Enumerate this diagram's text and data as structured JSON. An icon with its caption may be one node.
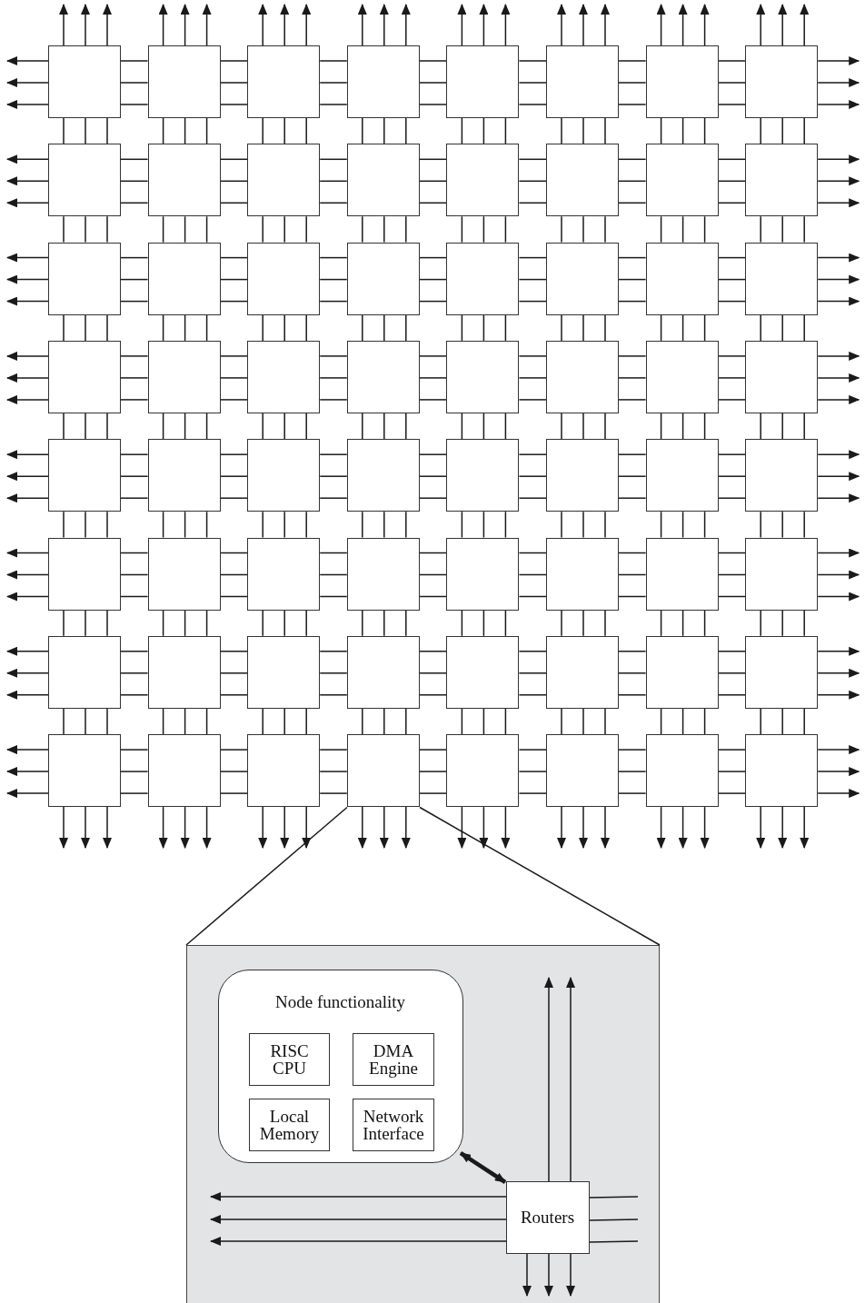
{
  "diagram": {
    "nodes": [
      {
        "text": [],
        "shape": "box"
      },
      {
        "text": [],
        "shape": "box"
      },
      {
        "text": [],
        "shape": "box"
      },
      {
        "text": [],
        "shape": "box"
      },
      {
        "text": [],
        "shape": "box"
      },
      {
        "text": [],
        "shape": "box"
      },
      {
        "text": [],
        "shape": "box"
      },
      {
        "text": [],
        "shape": "box"
      },
      {
        "text": [],
        "shape": "box"
      },
      {
        "text": [],
        "shape": "box"
      },
      {
        "text": [],
        "shape": "box"
      },
      {
        "text": [],
        "shape": "box"
      },
      {
        "text": [],
        "shape": "box"
      },
      {
        "text": [],
        "shape": "box"
      },
      {
        "text": [],
        "shape": "box"
      },
      {
        "text": [],
        "shape": "box"
      },
      {
        "text": [],
        "shape": "box"
      },
      {
        "text": [],
        "shape": "box"
      },
      {
        "text": [],
        "shape": "box"
      },
      {
        "text": [],
        "shape": "box"
      },
      {
        "text": [],
        "shape": "box"
      },
      {
        "text": [],
        "shape": "box"
      },
      {
        "text": [],
        "shape": "box"
      },
      {
        "text": [],
        "shape": "box"
      },
      {
        "text": [],
        "shape": "box"
      },
      {
        "text": [],
        "shape": "box"
      },
      {
        "text": [],
        "shape": "box"
      },
      {
        "text": [],
        "shape": "box"
      },
      {
        "text": [],
        "shape": "box"
      },
      {
        "text": [],
        "shape": "box"
      },
      {
        "text": [],
        "shape": "box"
      },
      {
        "text": [],
        "shape": "box"
      },
      {
        "text": [],
        "shape": "box"
      },
      {
        "text": [],
        "shape": "box"
      },
      {
        "text": [],
        "shape": "box"
      },
      {
        "text": [],
        "shape": "box"
      },
      {
        "text": [],
        "shape": "box"
      },
      {
        "text": [],
        "shape": "box"
      },
      {
        "text": [],
        "shape": "box"
      },
      {
        "text": [],
        "shape": "box"
      },
      {
        "text": [],
        "shape": "box"
      },
      {
        "text": [],
        "shape": "box"
      },
      {
        "text": [],
        "shape": "box"
      },
      {
        "text": [],
        "shape": "box"
      },
      {
        "text": [],
        "shape": "box"
      },
      {
        "text": [],
        "shape": "box"
      },
      {
        "text": [],
        "shape": "box"
      },
      {
        "text": [],
        "shape": "box"
      },
      {
        "text": [],
        "shape": "box"
      },
      {
        "text": [],
        "shape": "box"
      },
      {
        "text": [],
        "shape": "box"
      },
      {
        "text": [],
        "shape": "box"
      },
      {
        "text": [],
        "shape": "box"
      },
      {
        "text": [],
        "shape": "box"
      },
      {
        "text": [],
        "shape": "box"
      },
      {
        "text": [],
        "shape": "box"
      },
      {
        "text": [],
        "shape": "box"
      },
      {
        "text": [],
        "shape": "box"
      },
      {
        "text": [],
        "shape": "box"
      },
      {
        "text": [],
        "shape": "box"
      },
      {
        "text": [],
        "shape": "box"
      },
      {
        "text": [],
        "shape": "box"
      },
      {
        "text": [],
        "shape": "box"
      },
      {
        "text": [],
        "shape": "box"
      },
      {
        "text": [],
        "shape": "box"
      },
      {
        "text": [
          "Node functionality"
        ],
        "in": 64
      },
      {
        "text": [
          "RISC CPU"
        ],
        "in": 65
      },
      {
        "text": [
          "DMA Engine"
        ],
        "in": 65
      },
      {
        "text": [
          "Local Memory"
        ],
        "in": 65
      },
      {
        "text": [
          "Network Interface"
        ],
        "in": 65
      },
      {
        "text": [
          "Routers"
        ],
        "in": 64
      }
    ],
    "edges": [
      {
        "from": 0,
        "to": 1,
        "arrow": "none"
      },
      {
        "from": 0,
        "to": 1,
        "arrow": "none"
      },
      {
        "from": 0,
        "to": 1,
        "arrow": "none"
      },
      {
        "from": 1,
        "to": 2,
        "arrow": "none"
      },
      {
        "from": 1,
        "to": 2,
        "arrow": "none"
      },
      {
        "from": 1,
        "to": 2,
        "arrow": "none"
      },
      {
        "from": 2,
        "to": 3,
        "arrow": "none"
      },
      {
        "from": 2,
        "to": 3,
        "arrow": "none"
      },
      {
        "from": 2,
        "to": 3,
        "arrow": "none"
      },
      {
        "from": 3,
        "to": 4,
        "arrow": "none"
      },
      {
        "from": 3,
        "to": 4,
        "arrow": "none"
      },
      {
        "from": 3,
        "to": 4,
        "arrow": "none"
      },
      {
        "from": 4,
        "to": 5,
        "arrow": "none"
      },
      {
        "from": 4,
        "to": 5,
        "arrow": "none"
      },
      {
        "from": 4,
        "to": 5,
        "arrow": "none"
      },
      {
        "from": 5,
        "to": 6,
        "arrow": "none"
      },
      {
        "from": 5,
        "to": 6,
        "arrow": "none"
      },
      {
        "from": 5,
        "to": 6,
        "arrow": "none"
      },
      {
        "from": 6,
        "to": 7,
        "arrow": "none"
      },
      {
        "from": 6,
        "to": 7,
        "arrow": "none"
      },
      {
        "from": 6,
        "to": 7,
        "arrow": "none"
      },
      {
        "from": 8,
        "to": 9,
        "arrow": "none"
      },
      {
        "from": 8,
        "to": 9,
        "arrow": "none"
      },
      {
        "from": 8,
        "to": 9,
        "arrow": "none"
      },
      {
        "from": 9,
        "to": 10,
        "arrow": "none"
      },
      {
        "from": 9,
        "to": 10,
        "arrow": "none"
      },
      {
        "from": 9,
        "to": 10,
        "arrow": "none"
      },
      {
        "from": 10,
        "to": 11,
        "arrow": "none"
      },
      {
        "from": 10,
        "to": 11,
        "arrow": "none"
      },
      {
        "from": 10,
        "to": 11,
        "arrow": "none"
      },
      {
        "from": 11,
        "to": 12,
        "arrow": "none"
      },
      {
        "from": 11,
        "to": 12,
        "arrow": "none"
      },
      {
        "from": 11,
        "to": 12,
        "arrow": "none"
      },
      {
        "from": 12,
        "to": 13,
        "arrow": "none"
      },
      {
        "from": 12,
        "to": 13,
        "arrow": "none"
      },
      {
        "from": 12,
        "to": 13,
        "arrow": "none"
      },
      {
        "from": 13,
        "to": 14,
        "arrow": "none"
      },
      {
        "from": 13,
        "to": 14,
        "arrow": "none"
      },
      {
        "from": 13,
        "to": 14,
        "arrow": "none"
      },
      {
        "from": 14,
        "to": 15,
        "arrow": "none"
      },
      {
        "from": 14,
        "to": 15,
        "arrow": "none"
      },
      {
        "from": 14,
        "to": 15,
        "arrow": "none"
      },
      {
        "from": 16,
        "to": 17,
        "arrow": "none"
      },
      {
        "from": 16,
        "to": 17,
        "arrow": "none"
      },
      {
        "from": 16,
        "to": 17,
        "arrow": "none"
      },
      {
        "from": 17,
        "to": 18,
        "arrow": "none"
      },
      {
        "from": 17,
        "to": 18,
        "arrow": "none"
      },
      {
        "from": 17,
        "to": 18,
        "arrow": "none"
      },
      {
        "from": 18,
        "to": 19,
        "arrow": "none"
      },
      {
        "from": 18,
        "to": 19,
        "arrow": "none"
      },
      {
        "from": 18,
        "to": 19,
        "arrow": "none"
      },
      {
        "from": 19,
        "to": 20,
        "arrow": "none"
      },
      {
        "from": 19,
        "to": 20,
        "arrow": "none"
      },
      {
        "from": 19,
        "to": 20,
        "arrow": "none"
      },
      {
        "from": 20,
        "to": 21,
        "arrow": "none"
      },
      {
        "from": 20,
        "to": 21,
        "arrow": "none"
      },
      {
        "from": 20,
        "to": 21,
        "arrow": "none"
      },
      {
        "from": 21,
        "to": 22,
        "arrow": "none"
      },
      {
        "from": 21,
        "to": 22,
        "arrow": "none"
      },
      {
        "from": 21,
        "to": 22,
        "arrow": "none"
      },
      {
        "from": 22,
        "to": 23,
        "arrow": "none"
      },
      {
        "from": 22,
        "to": 23,
        "arrow": "none"
      },
      {
        "from": 22,
        "to": 23,
        "arrow": "none"
      },
      {
        "from": 24,
        "to": 25,
        "arrow": "none"
      },
      {
        "from": 24,
        "to": 25,
        "arrow": "none"
      },
      {
        "from": 24,
        "to": 25,
        "arrow": "none"
      },
      {
        "from": 25,
        "to": 26,
        "arrow": "none"
      },
      {
        "from": 25,
        "to": 26,
        "arrow": "none"
      },
      {
        "from": 25,
        "to": 26,
        "arrow": "none"
      },
      {
        "from": 26,
        "to": 27,
        "arrow": "none"
      },
      {
        "from": 26,
        "to": 27,
        "arrow": "none"
      },
      {
        "from": 26,
        "to": 27,
        "arrow": "none"
      },
      {
        "from": 27,
        "to": 28,
        "arrow": "none"
      },
      {
        "from": 27,
        "to": 28,
        "arrow": "none"
      },
      {
        "from": 27,
        "to": 28,
        "arrow": "none"
      },
      {
        "from": 28,
        "to": 29,
        "arrow": "none"
      },
      {
        "from": 28,
        "to": 29,
        "arrow": "none"
      },
      {
        "from": 28,
        "to": 29,
        "arrow": "none"
      },
      {
        "from": 29,
        "to": 30,
        "arrow": "none"
      },
      {
        "from": 29,
        "to": 30,
        "arrow": "none"
      },
      {
        "from": 29,
        "to": 30,
        "arrow": "none"
      },
      {
        "from": 30,
        "to": 31,
        "arrow": "none"
      },
      {
        "from": 30,
        "to": 31,
        "arrow": "none"
      },
      {
        "from": 30,
        "to": 31,
        "arrow": "none"
      },
      {
        "from": 32,
        "to": 33,
        "arrow": "none"
      },
      {
        "from": 32,
        "to": 33,
        "arrow": "none"
      },
      {
        "from": 32,
        "to": 33,
        "arrow": "none"
      },
      {
        "from": 33,
        "to": 34,
        "arrow": "none"
      },
      {
        "from": 33,
        "to": 34,
        "arrow": "none"
      },
      {
        "from": 33,
        "to": 34,
        "arrow": "none"
      },
      {
        "from": 34,
        "to": 35,
        "arrow": "none"
      },
      {
        "from": 34,
        "to": 35,
        "arrow": "none"
      },
      {
        "from": 34,
        "to": 35,
        "arrow": "none"
      },
      {
        "from": 35,
        "to": 36,
        "arrow": "none"
      },
      {
        "from": 35,
        "to": 36,
        "arrow": "none"
      },
      {
        "from": 35,
        "to": 36,
        "arrow": "none"
      },
      {
        "from": 36,
        "to": 37,
        "arrow": "none"
      },
      {
        "from": 36,
        "to": 37,
        "arrow": "none"
      },
      {
        "from": 36,
        "to": 37,
        "arrow": "none"
      },
      {
        "from": 37,
        "to": 38,
        "arrow": "none"
      },
      {
        "from": 37,
        "to": 38,
        "arrow": "none"
      },
      {
        "from": 37,
        "to": 38,
        "arrow": "none"
      },
      {
        "from": 38,
        "to": 39,
        "arrow": "none"
      },
      {
        "from": 38,
        "to": 39,
        "arrow": "none"
      },
      {
        "from": 38,
        "to": 39,
        "arrow": "none"
      },
      {
        "from": 40,
        "to": 41,
        "arrow": "none"
      },
      {
        "from": 40,
        "to": 41,
        "arrow": "none"
      },
      {
        "from": 40,
        "to": 41,
        "arrow": "none"
      },
      {
        "from": 41,
        "to": 42,
        "arrow": "none"
      },
      {
        "from": 41,
        "to": 42,
        "arrow": "none"
      },
      {
        "from": 41,
        "to": 42,
        "arrow": "none"
      },
      {
        "from": 42,
        "to": 43,
        "arrow": "none"
      },
      {
        "from": 42,
        "to": 43,
        "arrow": "none"
      },
      {
        "from": 42,
        "to": 43,
        "arrow": "none"
      },
      {
        "from": 43,
        "to": 44,
        "arrow": "none"
      },
      {
        "from": 43,
        "to": 44,
        "arrow": "none"
      },
      {
        "from": 43,
        "to": 44,
        "arrow": "none"
      },
      {
        "from": 44,
        "to": 45,
        "arrow": "none"
      },
      {
        "from": 44,
        "to": 45,
        "arrow": "none"
      },
      {
        "from": 44,
        "to": 45,
        "arrow": "none"
      },
      {
        "from": 45,
        "to": 46,
        "arrow": "none"
      },
      {
        "from": 45,
        "to": 46,
        "arrow": "none"
      },
      {
        "from": 45,
        "to": 46,
        "arrow": "none"
      },
      {
        "from": 46,
        "to": 47,
        "arrow": "none"
      },
      {
        "from": 46,
        "to": 47,
        "arrow": "none"
      },
      {
        "from": 46,
        "to": 47,
        "arrow": "none"
      },
      {
        "from": 48,
        "to": 49,
        "arrow": "none"
      },
      {
        "from": 48,
        "to": 49,
        "arrow": "none"
      },
      {
        "from": 48,
        "to": 49,
        "arrow": "none"
      },
      {
        "from": 49,
        "to": 50,
        "arrow": "none"
      },
      {
        "from": 49,
        "to": 50,
        "arrow": "none"
      },
      {
        "from": 49,
        "to": 50,
        "arrow": "none"
      },
      {
        "from": 50,
        "to": 51,
        "arrow": "none"
      },
      {
        "from": 50,
        "to": 51,
        "arrow": "none"
      },
      {
        "from": 50,
        "to": 51,
        "arrow": "none"
      },
      {
        "from": 51,
        "to": 52,
        "arrow": "none"
      },
      {
        "from": 51,
        "to": 52,
        "arrow": "none"
      },
      {
        "from": 51,
        "to": 52,
        "arrow": "none"
      },
      {
        "from": 52,
        "to": 53,
        "arrow": "none"
      },
      {
        "from": 52,
        "to": 53,
        "arrow": "none"
      },
      {
        "from": 52,
        "to": 53,
        "arrow": "none"
      },
      {
        "from": 53,
        "to": 54,
        "arrow": "none"
      },
      {
        "from": 53,
        "to": 54,
        "arrow": "none"
      },
      {
        "from": 53,
        "to": 54,
        "arrow": "none"
      },
      {
        "from": 54,
        "to": 55,
        "arrow": "none"
      },
      {
        "from": 54,
        "to": 55,
        "arrow": "none"
      },
      {
        "from": 54,
        "to": 55,
        "arrow": "none"
      },
      {
        "from": 56,
        "to": 57,
        "arrow": "none"
      },
      {
        "from": 56,
        "to": 57,
        "arrow": "none"
      },
      {
        "from": 56,
        "to": 57,
        "arrow": "none"
      },
      {
        "from": 57,
        "to": 58,
        "arrow": "none"
      },
      {
        "from": 57,
        "to": 58,
        "arrow": "none"
      },
      {
        "from": 57,
        "to": 58,
        "arrow": "none"
      },
      {
        "from": 58,
        "to": 59,
        "arrow": "none"
      },
      {
        "from": 58,
        "to": 59,
        "arrow": "none"
      },
      {
        "from": 58,
        "to": 59,
        "arrow": "none"
      },
      {
        "from": 59,
        "to": 60,
        "arrow": "none"
      },
      {
        "from": 59,
        "to": 60,
        "arrow": "none"
      },
      {
        "from": 59,
        "to": 60,
        "arrow": "none"
      },
      {
        "from": 60,
        "to": 61,
        "arrow": "none"
      },
      {
        "from": 60,
        "to": 61,
        "arrow": "none"
      },
      {
        "from": 60,
        "to": 61,
        "arrow": "none"
      },
      {
        "from": 61,
        "to": 62,
        "arrow": "none"
      },
      {
        "from": 61,
        "to": 62,
        "arrow": "none"
      },
      {
        "from": 61,
        "to": 62,
        "arrow": "none"
      },
      {
        "from": 62,
        "to": 63,
        "arrow": "none"
      },
      {
        "from": 62,
        "to": 63,
        "arrow": "none"
      },
      {
        "from": 62,
        "to": 63,
        "arrow": "none"
      },
      {
        "from": 0,
        "to": 8,
        "arrow": "none"
      },
      {
        "from": 0,
        "to": 8,
        "arrow": "none"
      },
      {
        "from": 0,
        "to": 8,
        "arrow": "none"
      },
      {
        "from": 1,
        "to": 9,
        "arrow": "none"
      },
      {
        "from": 1,
        "to": 9,
        "arrow": "none"
      },
      {
        "from": 1,
        "to": 9,
        "arrow": "none"
      },
      {
        "from": 2,
        "to": 10,
        "arrow": "none"
      },
      {
        "from": 2,
        "to": 10,
        "arrow": "none"
      },
      {
        "from": 2,
        "to": 10,
        "arrow": "none"
      },
      {
        "from": 3,
        "to": 11,
        "arrow": "none"
      },
      {
        "from": 3,
        "to": 11,
        "arrow": "none"
      },
      {
        "from": 3,
        "to": 11,
        "arrow": "none"
      },
      {
        "from": 4,
        "to": 12,
        "arrow": "none"
      },
      {
        "from": 4,
        "to": 12,
        "arrow": "none"
      },
      {
        "from": 4,
        "to": 12,
        "arrow": "none"
      },
      {
        "from": 5,
        "to": 13,
        "arrow": "none"
      },
      {
        "from": 5,
        "to": 13,
        "arrow": "none"
      },
      {
        "from": 5,
        "to": 13,
        "arrow": "none"
      },
      {
        "from": 6,
        "to": 14,
        "arrow": "none"
      },
      {
        "from": 6,
        "to": 14,
        "arrow": "none"
      },
      {
        "from": 6,
        "to": 14,
        "arrow": "none"
      },
      {
        "from": 7,
        "to": 15,
        "arrow": "none"
      },
      {
        "from": 7,
        "to": 15,
        "arrow": "none"
      },
      {
        "from": 7,
        "to": 15,
        "arrow": "none"
      },
      {
        "from": 8,
        "to": 16,
        "arrow": "none"
      },
      {
        "from": 8,
        "to": 16,
        "arrow": "none"
      },
      {
        "from": 8,
        "to": 16,
        "arrow": "none"
      },
      {
        "from": 9,
        "to": 17,
        "arrow": "none"
      },
      {
        "from": 9,
        "to": 17,
        "arrow": "none"
      },
      {
        "from": 9,
        "to": 17,
        "arrow": "none"
      },
      {
        "from": 10,
        "to": 18,
        "arrow": "none"
      },
      {
        "from": 10,
        "to": 18,
        "arrow": "none"
      },
      {
        "from": 10,
        "to": 18,
        "arrow": "none"
      },
      {
        "from": 11,
        "to": 19,
        "arrow": "none"
      },
      {
        "from": 11,
        "to": 19,
        "arrow": "none"
      },
      {
        "from": 11,
        "to": 19,
        "arrow": "none"
      },
      {
        "from": 12,
        "to": 20,
        "arrow": "none"
      },
      {
        "from": 12,
        "to": 20,
        "arrow": "none"
      },
      {
        "from": 12,
        "to": 20,
        "arrow": "none"
      },
      {
        "from": 13,
        "to": 21,
        "arrow": "none"
      },
      {
        "from": 13,
        "to": 21,
        "arrow": "none"
      },
      {
        "from": 13,
        "to": 21,
        "arrow": "none"
      },
      {
        "from": 14,
        "to": 22,
        "arrow": "none"
      },
      {
        "from": 14,
        "to": 22,
        "arrow": "none"
      },
      {
        "from": 14,
        "to": 22,
        "arrow": "none"
      },
      {
        "from": 15,
        "to": 23,
        "arrow": "none"
      },
      {
        "from": 15,
        "to": 23,
        "arrow": "none"
      },
      {
        "from": 15,
        "to": 23,
        "arrow": "none"
      },
      {
        "from": 16,
        "to": 24,
        "arrow": "none"
      },
      {
        "from": 16,
        "to": 24,
        "arrow": "none"
      },
      {
        "from": 16,
        "to": 24,
        "arrow": "none"
      },
      {
        "from": 17,
        "to": 25,
        "arrow": "none"
      },
      {
        "from": 17,
        "to": 25,
        "arrow": "none"
      },
      {
        "from": 17,
        "to": 25,
        "arrow": "none"
      },
      {
        "from": 18,
        "to": 26,
        "arrow": "none"
      },
      {
        "from": 18,
        "to": 26,
        "arrow": "none"
      },
      {
        "from": 18,
        "to": 26,
        "arrow": "none"
      },
      {
        "from": 19,
        "to": 27,
        "arrow": "none"
      },
      {
        "from": 19,
        "to": 27,
        "arrow": "none"
      },
      {
        "from": 19,
        "to": 27,
        "arrow": "none"
      },
      {
        "from": 20,
        "to": 28,
        "arrow": "none"
      },
      {
        "from": 20,
        "to": 28,
        "arrow": "none"
      },
      {
        "from": 20,
        "to": 28,
        "arrow": "none"
      },
      {
        "from": 21,
        "to": 29,
        "arrow": "none"
      },
      {
        "from": 21,
        "to": 29,
        "arrow": "none"
      },
      {
        "from": 21,
        "to": 29,
        "arrow": "none"
      },
      {
        "from": 22,
        "to": 30,
        "arrow": "none"
      },
      {
        "from": 22,
        "to": 30,
        "arrow": "none"
      },
      {
        "from": 22,
        "to": 30,
        "arrow": "none"
      },
      {
        "from": 23,
        "to": 31,
        "arrow": "none"
      },
      {
        "from": 23,
        "to": 31,
        "arrow": "none"
      },
      {
        "from": 23,
        "to": 31,
        "arrow": "none"
      },
      {
        "from": 24,
        "to": 32,
        "arrow": "none"
      },
      {
        "from": 24,
        "to": 32,
        "arrow": "none"
      },
      {
        "from": 24,
        "to": 32,
        "arrow": "none"
      },
      {
        "from": 25,
        "to": 33,
        "arrow": "none"
      },
      {
        "from": 25,
        "to": 33,
        "arrow": "none"
      },
      {
        "from": 25,
        "to": 33,
        "arrow": "none"
      },
      {
        "from": 26,
        "to": 34,
        "arrow": "none"
      },
      {
        "from": 26,
        "to": 34,
        "arrow": "none"
      },
      {
        "from": 26,
        "to": 34,
        "arrow": "none"
      },
      {
        "from": 27,
        "to": 35,
        "arrow": "none"
      },
      {
        "from": 27,
        "to": 35,
        "arrow": "none"
      },
      {
        "from": 27,
        "to": 35,
        "arrow": "none"
      },
      {
        "from": 28,
        "to": 36,
        "arrow": "none"
      },
      {
        "from": 28,
        "to": 36,
        "arrow": "none"
      },
      {
        "from": 28,
        "to": 36,
        "arrow": "none"
      },
      {
        "from": 29,
        "to": 37,
        "arrow": "none"
      },
      {
        "from": 29,
        "to": 37,
        "arrow": "none"
      },
      {
        "from": 29,
        "to": 37,
        "arrow": "none"
      },
      {
        "from": 30,
        "to": 38,
        "arrow": "none"
      },
      {
        "from": 30,
        "to": 38,
        "arrow": "none"
      },
      {
        "from": 30,
        "to": 38,
        "arrow": "none"
      },
      {
        "from": 31,
        "to": 39,
        "arrow": "none"
      },
      {
        "from": 31,
        "to": 39,
        "arrow": "none"
      },
      {
        "from": 31,
        "to": 39,
        "arrow": "none"
      },
      {
        "from": 32,
        "to": 40,
        "arrow": "none"
      },
      {
        "from": 32,
        "to": 40,
        "arrow": "none"
      },
      {
        "from": 32,
        "to": 40,
        "arrow": "none"
      },
      {
        "from": 33,
        "to": 41,
        "arrow": "none"
      },
      {
        "from": 33,
        "to": 41,
        "arrow": "none"
      },
      {
        "from": 33,
        "to": 41,
        "arrow": "none"
      },
      {
        "from": 34,
        "to": 42,
        "arrow": "none"
      },
      {
        "from": 34,
        "to": 42,
        "arrow": "none"
      },
      {
        "from": 34,
        "to": 42,
        "arrow": "none"
      },
      {
        "from": 35,
        "to": 43,
        "arrow": "none"
      },
      {
        "from": 35,
        "to": 43,
        "arrow": "none"
      },
      {
        "from": 35,
        "to": 43,
        "arrow": "none"
      },
      {
        "from": 36,
        "to": 44,
        "arrow": "none"
      },
      {
        "from": 36,
        "to": 44,
        "arrow": "none"
      },
      {
        "from": 36,
        "to": 44,
        "arrow": "none"
      },
      {
        "from": 37,
        "to": 45,
        "arrow": "none"
      },
      {
        "from": 37,
        "to": 45,
        "arrow": "none"
      },
      {
        "from": 37,
        "to": 45,
        "arrow": "none"
      },
      {
        "from": 38,
        "to": 46,
        "arrow": "none"
      },
      {
        "from": 38,
        "to": 46,
        "arrow": "none"
      },
      {
        "from": 38,
        "to": 46,
        "arrow": "none"
      },
      {
        "from": 39,
        "to": 47,
        "arrow": "none"
      },
      {
        "from": 39,
        "to": 47,
        "arrow": "none"
      },
      {
        "from": 39,
        "to": 47,
        "arrow": "none"
      },
      {
        "from": 40,
        "to": 48,
        "arrow": "none"
      },
      {
        "from": 40,
        "to": 48,
        "arrow": "none"
      },
      {
        "from": 40,
        "to": 48,
        "arrow": "none"
      },
      {
        "from": 41,
        "to": 49,
        "arrow": "none"
      },
      {
        "from": 41,
        "to": 49,
        "arrow": "none"
      },
      {
        "from": 41,
        "to": 49,
        "arrow": "none"
      },
      {
        "from": 42,
        "to": 50,
        "arrow": "none"
      },
      {
        "from": 42,
        "to": 50,
        "arrow": "none"
      },
      {
        "from": 42,
        "to": 50,
        "arrow": "none"
      },
      {
        "from": 43,
        "to": 51,
        "arrow": "none"
      },
      {
        "from": 43,
        "to": 51,
        "arrow": "none"
      },
      {
        "from": 43,
        "to": 51,
        "arrow": "none"
      },
      {
        "from": 44,
        "to": 52,
        "arrow": "none"
      },
      {
        "from": 44,
        "to": 52,
        "arrow": "none"
      },
      {
        "from": 44,
        "to": 52,
        "arrow": "none"
      },
      {
        "from": 45,
        "to": 53,
        "arrow": "none"
      },
      {
        "from": 45,
        "to": 53,
        "arrow": "none"
      },
      {
        "from": 45,
        "to": 53,
        "arrow": "none"
      },
      {
        "from": 46,
        "to": 54,
        "arrow": "none"
      },
      {
        "from": 46,
        "to": 54,
        "arrow": "none"
      },
      {
        "from": 46,
        "to": 54,
        "arrow": "none"
      },
      {
        "from": 47,
        "to": 55,
        "arrow": "none"
      },
      {
        "from": 47,
        "to": 55,
        "arrow": "none"
      },
      {
        "from": 47,
        "to": 55,
        "arrow": "none"
      },
      {
        "from": 48,
        "to": 56,
        "arrow": "none"
      },
      {
        "from": 48,
        "to": 56,
        "arrow": "none"
      },
      {
        "from": 48,
        "to": 56,
        "arrow": "none"
      },
      {
        "from": 49,
        "to": 57,
        "arrow": "none"
      },
      {
        "from": 49,
        "to": 57,
        "arrow": "none"
      },
      {
        "from": 49,
        "to": 57,
        "arrow": "none"
      },
      {
        "from": 50,
        "to": 58,
        "arrow": "none"
      },
      {
        "from": 50,
        "to": 58,
        "arrow": "none"
      },
      {
        "from": 50,
        "to": 58,
        "arrow": "none"
      },
      {
        "from": 51,
        "to": 59,
        "arrow": "none"
      },
      {
        "from": 51,
        "to": 59,
        "arrow": "none"
      },
      {
        "from": 51,
        "to": 59,
        "arrow": "none"
      },
      {
        "from": 52,
        "to": 60,
        "arrow": "none"
      },
      {
        "from": 52,
        "to": 60,
        "arrow": "none"
      },
      {
        "from": 52,
        "to": 60,
        "arrow": "none"
      },
      {
        "from": 53,
        "to": 61,
        "arrow": "none"
      },
      {
        "from": 53,
        "to": 61,
        "arrow": "none"
      },
      {
        "from": 53,
        "to": 61,
        "arrow": "none"
      },
      {
        "from": 54,
        "to": 62,
        "arrow": "none"
      },
      {
        "from": 54,
        "to": 62,
        "arrow": "none"
      },
      {
        "from": 54,
        "to": 62,
        "arrow": "none"
      },
      {
        "from": 55,
        "to": 63,
        "arrow": "none"
      },
      {
        "from": 55,
        "to": 63,
        "arrow": "none"
      },
      {
        "from": 55,
        "to": 63,
        "arrow": "none"
      },
      {
        "from": 0,
        "to": null,
        "arrow": "to"
      },
      {
        "from": 0,
        "to": null,
        "arrow": "to"
      },
      {
        "from": 0,
        "to": null,
        "arrow": "to"
      },
      {
        "from": 1,
        "to": null,
        "arrow": "to"
      },
      {
        "from": 1,
        "to": null,
        "arrow": "to"
      },
      {
        "from": 1,
        "to": null,
        "arrow": "to"
      },
      {
        "from": 2,
        "to": null,
        "arrow": "to"
      },
      {
        "from": 2,
        "to": null,
        "arrow": "to"
      },
      {
        "from": 2,
        "to": null,
        "arrow": "to"
      },
      {
        "from": 3,
        "to": null,
        "arrow": "to"
      },
      {
        "from": 3,
        "to": null,
        "arrow": "to"
      },
      {
        "from": 3,
        "to": null,
        "arrow": "to"
      },
      {
        "from": 4,
        "to": null,
        "arrow": "to"
      },
      {
        "from": 4,
        "to": null,
        "arrow": "to"
      },
      {
        "from": 4,
        "to": null,
        "arrow": "to"
      },
      {
        "from": 5,
        "to": null,
        "arrow": "to"
      },
      {
        "from": 5,
        "to": null,
        "arrow": "to"
      },
      {
        "from": 5,
        "to": null,
        "arrow": "to"
      },
      {
        "from": 6,
        "to": null,
        "arrow": "to"
      },
      {
        "from": 6,
        "to": null,
        "arrow": "to"
      },
      {
        "from": 6,
        "to": null,
        "arrow": "to"
      },
      {
        "from": 7,
        "to": null,
        "arrow": "to"
      },
      {
        "from": 7,
        "to": null,
        "arrow": "to"
      },
      {
        "from": 7,
        "to": null,
        "arrow": "to"
      },
      {
        "from": 0,
        "to": null,
        "arrow": "to"
      },
      {
        "from": 0,
        "to": null,
        "arrow": "to"
      },
      {
        "from": 0,
        "to": null,
        "arrow": "to"
      },
      {
        "from": 8,
        "to": null,
        "arrow": "to"
      },
      {
        "from": 8,
        "to": null,
        "arrow": "to"
      },
      {
        "from": 8,
        "to": null,
        "arrow": "to"
      },
      {
        "from": 16,
        "to": null,
        "arrow": "to"
      },
      {
        "from": 16,
        "to": null,
        "arrow": "to"
      },
      {
        "from": 16,
        "to": null,
        "arrow": "to"
      },
      {
        "from": 24,
        "to": null,
        "arrow": "to"
      },
      {
        "from": 24,
        "to": null,
        "arrow": "to"
      },
      {
        "from": 24,
        "to": null,
        "arrow": "to"
      },
      {
        "from": 32,
        "to": null,
        "arrow": "to"
      },
      {
        "from": 32,
        "to": null,
        "arrow": "to"
      },
      {
        "from": 32,
        "to": null,
        "arrow": "to"
      },
      {
        "from": 40,
        "to": null,
        "arrow": "to"
      },
      {
        "from": 40,
        "to": null,
        "arrow": "to"
      },
      {
        "from": 40,
        "to": null,
        "arrow": "to"
      },
      {
        "from": 48,
        "to": null,
        "arrow": "to"
      },
      {
        "from": 48,
        "to": null,
        "arrow": "to"
      },
      {
        "from": 48,
        "to": null,
        "arrow": "to"
      },
      {
        "from": 56,
        "to": null,
        "arrow": "to"
      },
      {
        "from": 56,
        "to": null,
        "arrow": "to"
      },
      {
        "from": 56,
        "to": null,
        "arrow": "to"
      },
      {
        "from": 7,
        "to": null,
        "arrow": "to"
      },
      {
        "from": 7,
        "to": null,
        "arrow": "to"
      },
      {
        "from": 7,
        "to": null,
        "arrow": "to"
      },
      {
        "from": 15,
        "to": null,
        "arrow": "to"
      },
      {
        "from": 15,
        "to": null,
        "arrow": "to"
      },
      {
        "from": 15,
        "to": null,
        "arrow": "to"
      },
      {
        "from": 23,
        "to": null,
        "arrow": "to"
      },
      {
        "from": 23,
        "to": null,
        "arrow": "to"
      },
      {
        "from": 23,
        "to": null,
        "arrow": "to"
      },
      {
        "from": 31,
        "to": null,
        "arrow": "to"
      },
      {
        "from": 31,
        "to": null,
        "arrow": "to"
      },
      {
        "from": 31,
        "to": null,
        "arrow": "to"
      },
      {
        "from": 39,
        "to": null,
        "arrow": "to"
      },
      {
        "from": 39,
        "to": null,
        "arrow": "to"
      },
      {
        "from": 39,
        "to": null,
        "arrow": "to"
      },
      {
        "from": 47,
        "to": null,
        "arrow": "to"
      },
      {
        "from": 47,
        "to": null,
        "arrow": "to"
      },
      {
        "from": 47,
        "to": null,
        "arrow": "to"
      },
      {
        "from": 55,
        "to": null,
        "arrow": "to"
      },
      {
        "from": 55,
        "to": null,
        "arrow": "to"
      },
      {
        "from": 55,
        "to": null,
        "arrow": "to"
      },
      {
        "from": 63,
        "to": null,
        "arrow": "to"
      },
      {
        "from": 63,
        "to": null,
        "arrow": "to"
      },
      {
        "from": 63,
        "to": null,
        "arrow": "to"
      },
      {
        "from": 56,
        "to": null,
        "arrow": "to"
      },
      {
        "from": 56,
        "to": null,
        "arrow": "to"
      },
      {
        "from": 56,
        "to": null,
        "arrow": "to"
      },
      {
        "from": 57,
        "to": null,
        "arrow": "to"
      },
      {
        "from": 57,
        "to": null,
        "arrow": "to"
      },
      {
        "from": 57,
        "to": null,
        "arrow": "to"
      },
      {
        "from": 58,
        "to": null,
        "arrow": "to"
      },
      {
        "from": 58,
        "to": null,
        "arrow": "to"
      },
      {
        "from": 58,
        "to": null,
        "arrow": "to"
      },
      {
        "from": 59,
        "to": null,
        "arrow": "to"
      },
      {
        "from": 59,
        "to": null,
        "arrow": "to"
      },
      {
        "from": 59,
        "to": null,
        "arrow": "to"
      },
      {
        "from": 60,
        "to": null,
        "arrow": "to"
      },
      {
        "from": 60,
        "to": null,
        "arrow": "to"
      },
      {
        "from": 60,
        "to": null,
        "arrow": "to"
      },
      {
        "from": 61,
        "to": null,
        "arrow": "to"
      },
      {
        "from": 61,
        "to": null,
        "arrow": "to"
      },
      {
        "from": 61,
        "to": null,
        "arrow": "to"
      },
      {
        "from": 62,
        "to": null,
        "arrow": "to"
      },
      {
        "from": 62,
        "to": null,
        "arrow": "to"
      },
      {
        "from": 62,
        "to": null,
        "arrow": "to"
      },
      {
        "from": 63,
        "to": null,
        "arrow": "to"
      },
      {
        "from": 63,
        "to": null,
        "arrow": "to"
      },
      {
        "from": 63,
        "to": null,
        "arrow": "to"
      },
      {
        "from": 59,
        "to": 64,
        "arrow": "none"
      },
      {
        "from": 59,
        "to": 64,
        "arrow": "none"
      },
      {
        "from": 65,
        "to": 70,
        "arrow": "both",
        "style": "thick"
      },
      {
        "from": 70,
        "to": null,
        "arrow": "to"
      },
      {
        "from": 70,
        "to": null,
        "arrow": "to"
      },
      {
        "from": 70,
        "to": null,
        "arrow": "to"
      },
      {
        "from": 70,
        "to": null,
        "arrow": "to"
      },
      {
        "from": 70,
        "to": null,
        "arrow": "to"
      },
      {
        "from": 70,
        "to": null,
        "arrow": "to"
      },
      {
        "from": 70,
        "to": null,
        "arrow": "to"
      },
      {
        "from": 70,
        "to": null,
        "arrow": "to"
      },
      {
        "from": null,
        "to": 70,
        "arrow": "none"
      },
      {
        "from": null,
        "to": 70,
        "arrow": "none"
      },
      {
        "from": null,
        "to": 70,
        "arrow": "none"
      }
    ]
  }
}
